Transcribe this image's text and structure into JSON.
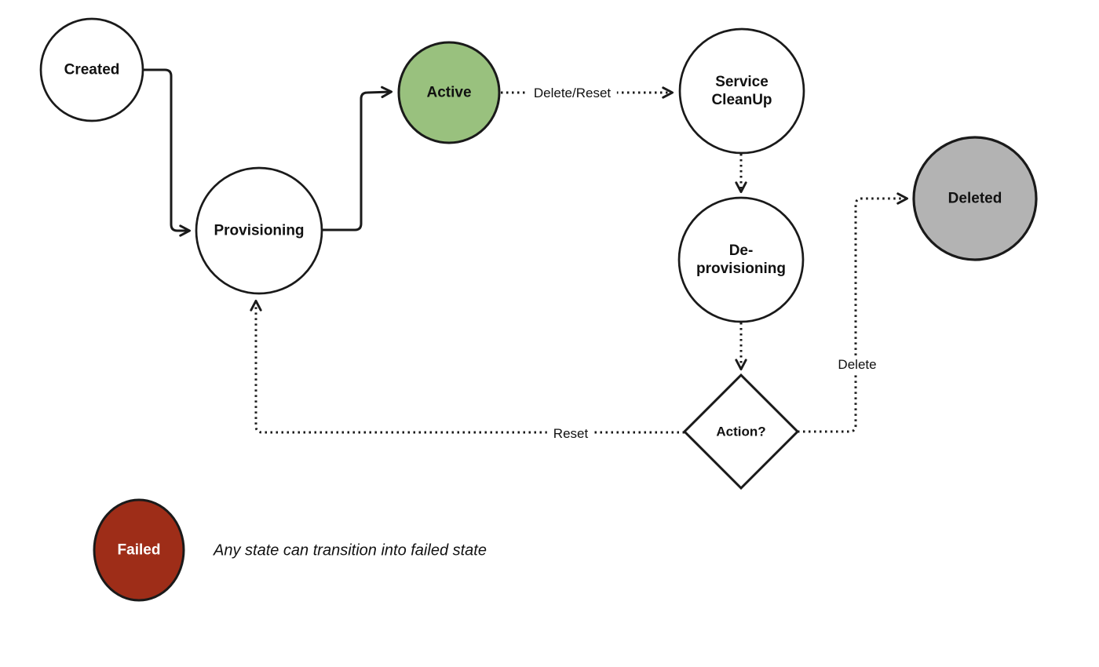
{
  "diagram": {
    "nodes": {
      "created": {
        "label": "Created",
        "shape": "circle",
        "fill": "#ffffff"
      },
      "provisioning": {
        "label": "Provisioning",
        "shape": "circle",
        "fill": "#ffffff"
      },
      "active": {
        "label": "Active",
        "shape": "circle",
        "fill": "#99c17e"
      },
      "service_cleanup": {
        "label": "Service CleanUp",
        "shape": "circle",
        "fill": "#ffffff"
      },
      "de_provisioning": {
        "label": "De-provisioning",
        "shape": "circle",
        "fill": "#ffffff"
      },
      "deleted": {
        "label": "Deleted",
        "shape": "circle",
        "fill": "#b3b3b3"
      },
      "action": {
        "label": "Action?",
        "shape": "diamond",
        "fill": "#ffffff"
      },
      "failed": {
        "label": "Failed",
        "shape": "circle",
        "fill": "#9e2d18",
        "text_color": "#ffffff"
      }
    },
    "edges": [
      {
        "from": "created",
        "to": "provisioning",
        "style": "solid",
        "label": ""
      },
      {
        "from": "provisioning",
        "to": "active",
        "style": "solid",
        "label": ""
      },
      {
        "from": "active",
        "to": "service_cleanup",
        "style": "dotted",
        "label": "Delete/Reset"
      },
      {
        "from": "service_cleanup",
        "to": "de_provisioning",
        "style": "dotted",
        "label": ""
      },
      {
        "from": "de_provisioning",
        "to": "action",
        "style": "dotted",
        "label": ""
      },
      {
        "from": "action",
        "to": "deleted",
        "style": "dotted",
        "label": "Delete"
      },
      {
        "from": "action",
        "to": "provisioning",
        "style": "dotted",
        "label": "Reset"
      }
    ],
    "note": "Any state can transition into failed state",
    "colors": {
      "stroke": "#1a1a1a",
      "active_fill": "#99c17e",
      "deleted_fill": "#b3b3b3",
      "failed_fill": "#9e2d18",
      "background": "#ffffff"
    }
  }
}
